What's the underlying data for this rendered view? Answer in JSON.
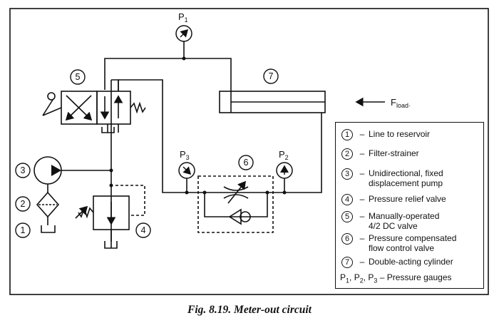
{
  "figure": {
    "caption": "Fig. 8.19. Meter-out circuit"
  },
  "labels": {
    "p1": "P",
    "p1_sub": "1",
    "p2": "P",
    "p2_sub": "2",
    "p3": "P",
    "p3_sub": "3",
    "f_load": "F",
    "f_load_sub": "load·",
    "n1": "1",
    "n2": "2",
    "n3": "3",
    "n4": "4",
    "n5": "5",
    "n6": "6",
    "n7": "7"
  },
  "legend": {
    "items": [
      {
        "num": "1",
        "dash": "–",
        "text": "Line to reservoir"
      },
      {
        "num": "2",
        "dash": "–",
        "text": "Filter-strainer"
      },
      {
        "num": "3",
        "dash": "–",
        "text": "Unidirectional, fixed\ndisplacement pump"
      },
      {
        "num": "4",
        "dash": "–",
        "text": "Pressure relief valve"
      },
      {
        "num": "5",
        "dash": "–",
        "text": "Manually-operated\n4/2 DC valve"
      },
      {
        "num": "6",
        "dash": "–",
        "text": "Pressure compensated\nflow control valve"
      },
      {
        "num": "7",
        "dash": "–",
        "text": "Double-acting cylinder"
      }
    ],
    "gauges_prefix": "P",
    "gauges_s1": "1",
    "gauges_s2": "2",
    "gauges_s3": "3",
    "gauges_sep": ", ",
    "gauges_text": " – Pressure gauges"
  }
}
